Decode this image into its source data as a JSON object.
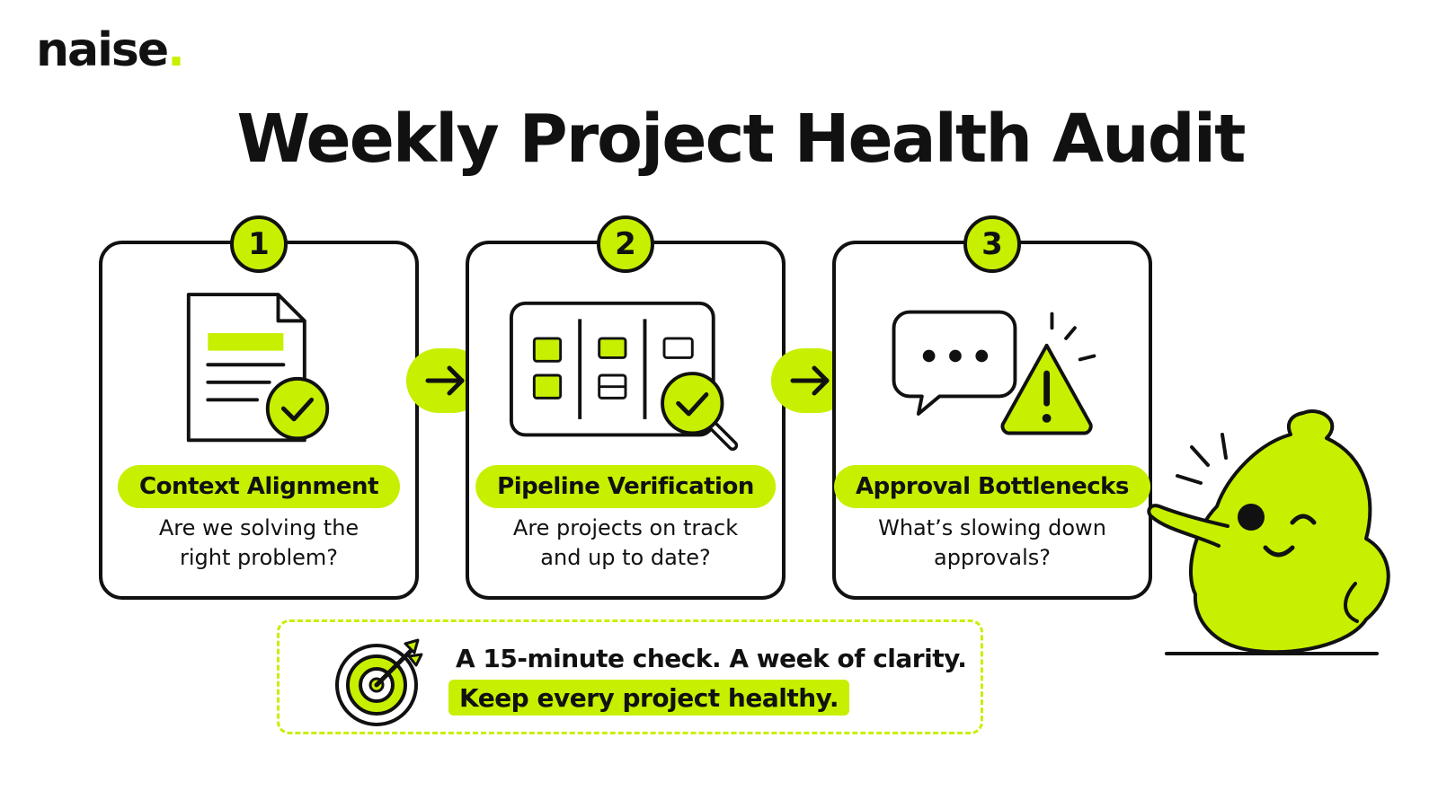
{
  "brand": {
    "name": "naise",
    "dot": ".",
    "accent_color": "#c6f000"
  },
  "title": "Weekly Project Health Audit",
  "steps": [
    {
      "number": "1",
      "title": "Context Alignment",
      "desc_line1": "Are we solving the",
      "desc_line2": "right problem?",
      "icon": "document-check-icon"
    },
    {
      "number": "2",
      "title": "Pipeline Verification",
      "desc_line1": "Are projects on track",
      "desc_line2": "and up to date?",
      "icon": "board-magnifier-check-icon"
    },
    {
      "number": "3",
      "title": "Approval Bottlenecks",
      "desc_line1": "What’s slowing down",
      "desc_line2": "approvals?",
      "icon": "chat-warning-icon"
    }
  ],
  "connector_icon": "arrow-right-icon",
  "banner": {
    "icon": "target-arrow-icon",
    "line1": "A 15-minute check. A week of clarity.",
    "line2": "Keep every project healthy."
  },
  "mascot_icon": "mascot-pointing-icon"
}
